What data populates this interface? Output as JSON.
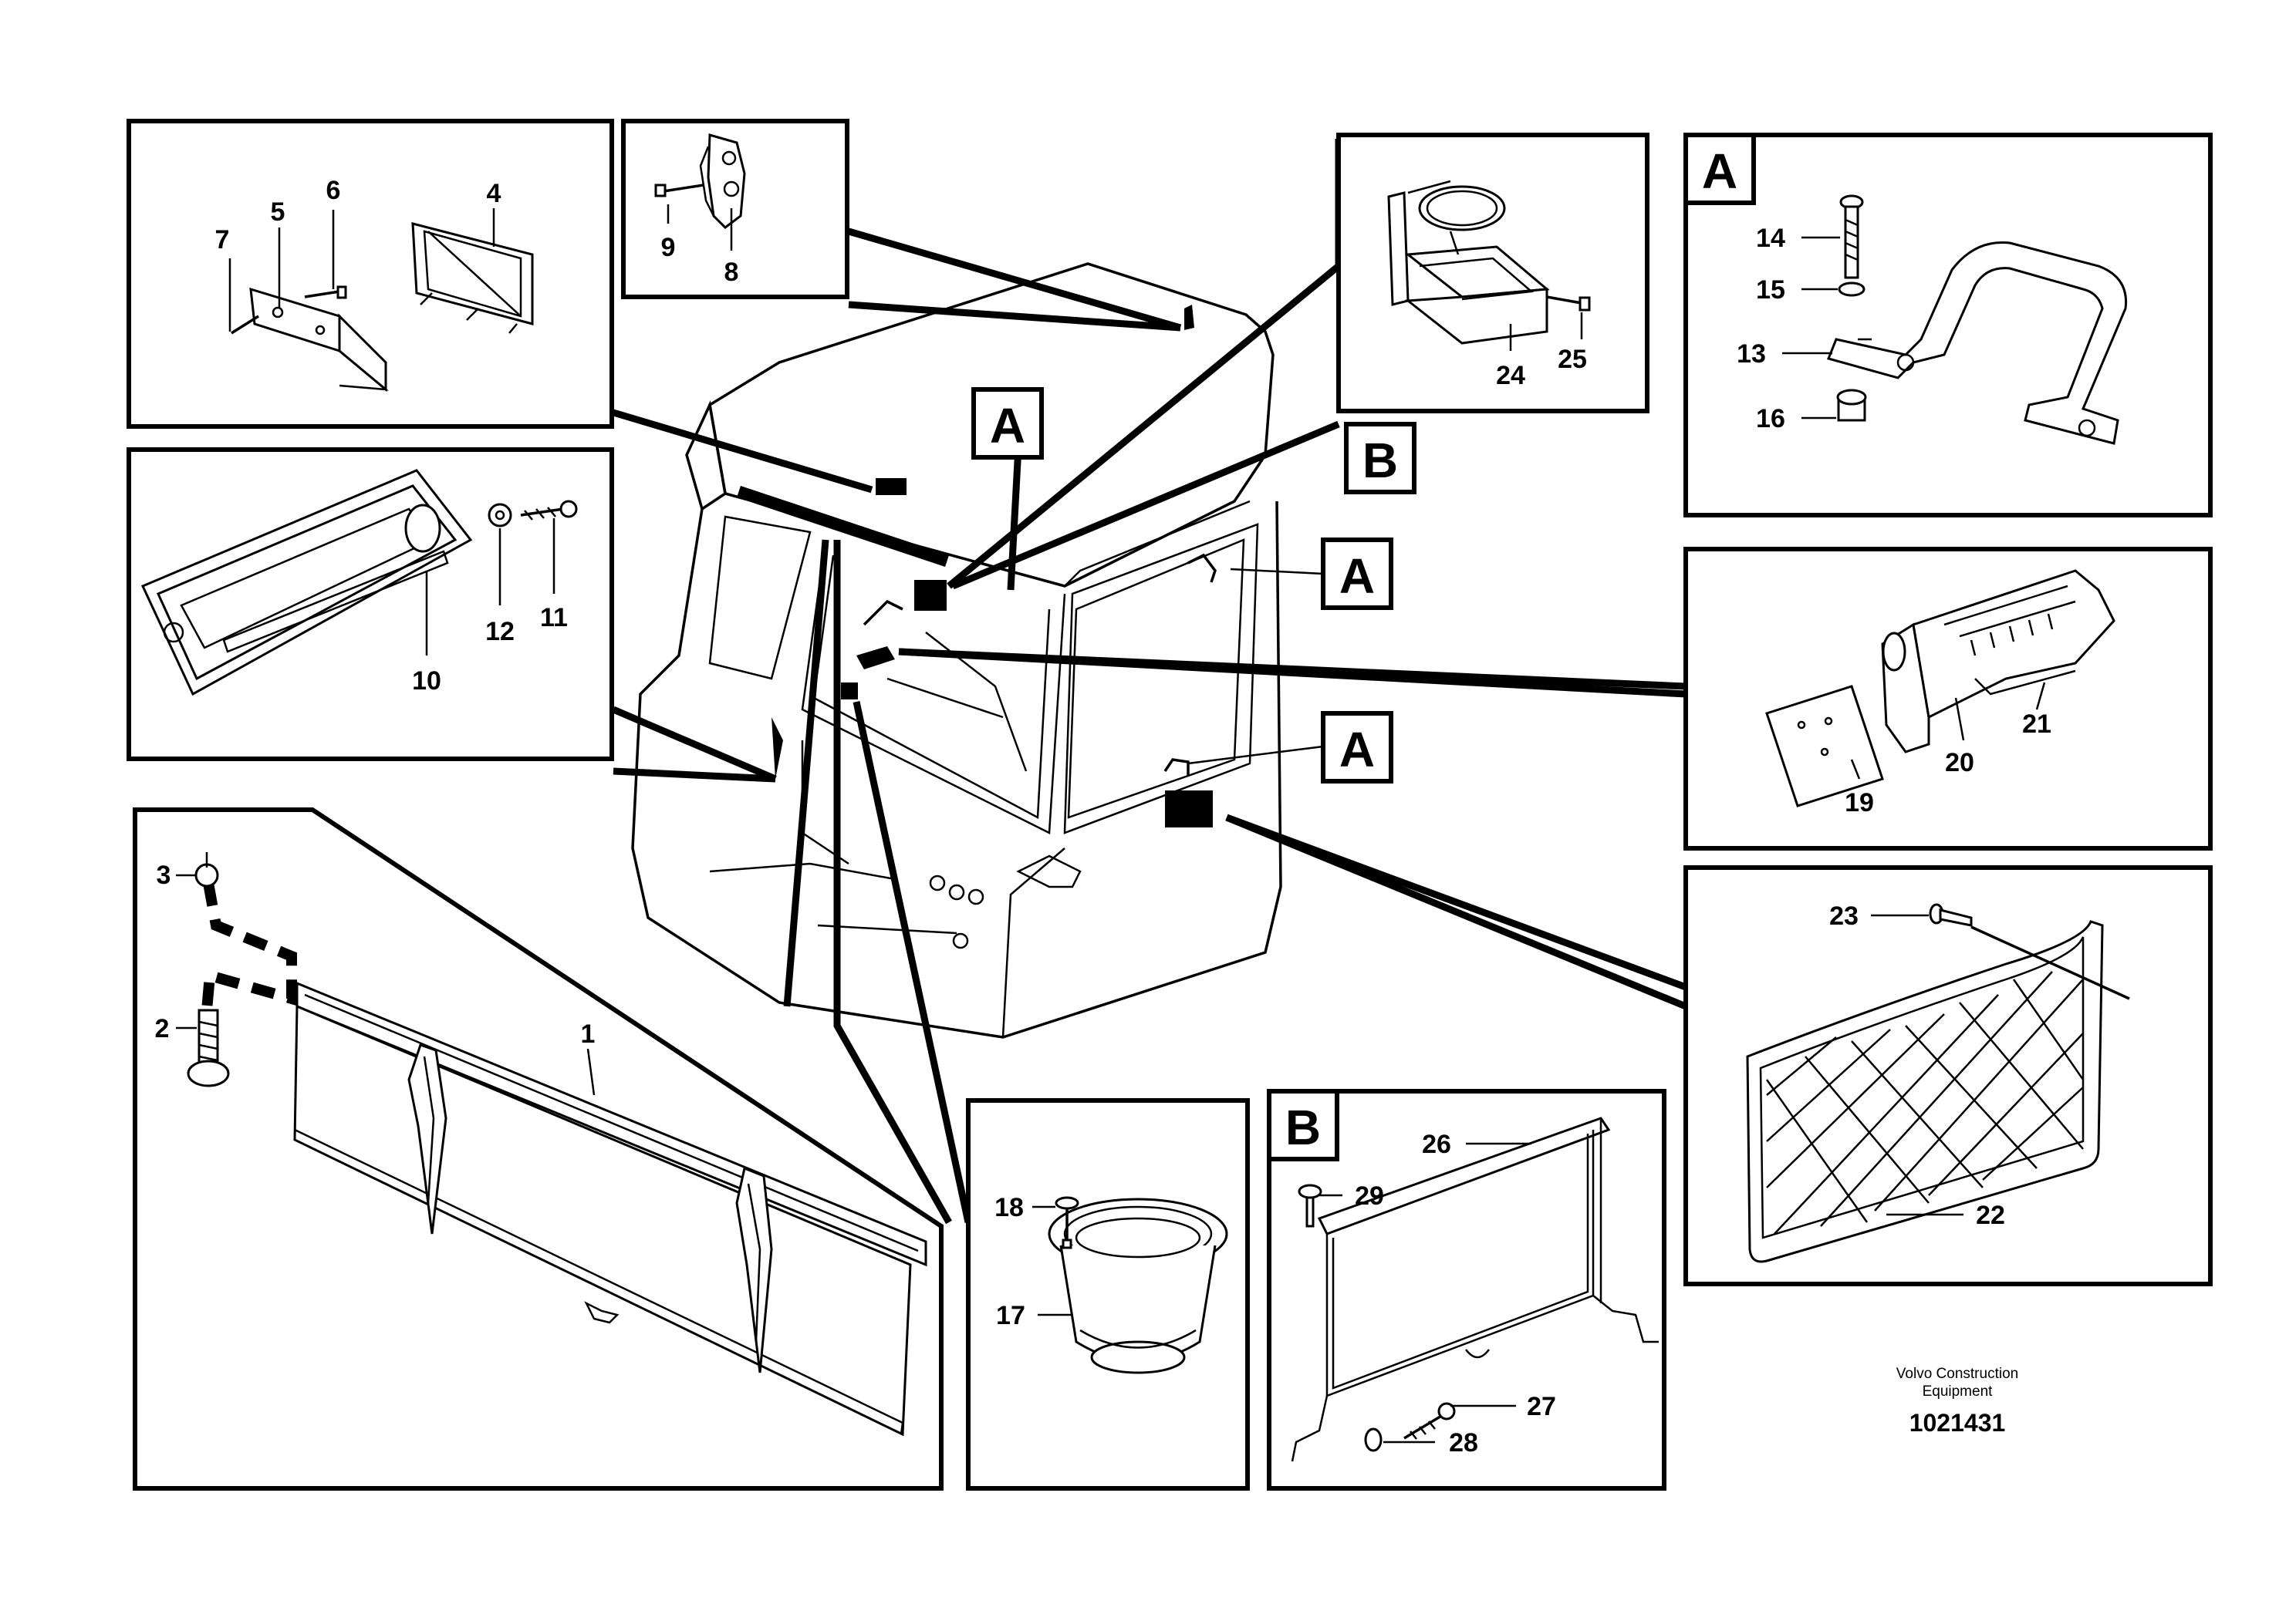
{
  "figure": {
    "footer": {
      "line1": "Volvo Construction",
      "line2": "Equipment",
      "id": "1021431"
    },
    "ref_tags": {
      "detail_a": "A",
      "detail_b": "B",
      "cab_a1": "A",
      "cab_b": "B",
      "cab_a2": "A",
      "cab_a3": "A"
    },
    "parts": {
      "p1": "1",
      "p2": "2",
      "p3": "3",
      "p4": "4",
      "p5": "5",
      "p6": "6",
      "p7": "7",
      "p8": "8",
      "p9": "9",
      "p10": "10",
      "p11": "11",
      "p12": "12",
      "p13": "13",
      "p14": "14",
      "p15": "15",
      "p16": "16",
      "p17": "17",
      "p18": "18",
      "p19": "19",
      "p20": "20",
      "p21": "21",
      "p22": "22",
      "p23": "23",
      "p24": "24",
      "p25": "25",
      "p26": "26",
      "p27": "27",
      "p28": "28",
      "p29": "29"
    }
  }
}
